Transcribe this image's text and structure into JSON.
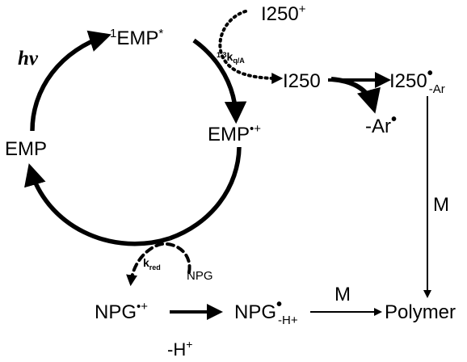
{
  "colors": {
    "ink": "#000000",
    "background": "#ffffff"
  },
  "cycle": {
    "light": "hv",
    "excited_state": {
      "sup": "1",
      "base": "EMP",
      "sup2": "*"
    },
    "ground_state": "EMP",
    "radical_cation": {
      "base": "EMP",
      "sup": "•+"
    }
  },
  "quenching": {
    "initiator_cation": {
      "base": "I250",
      "sup": "+"
    },
    "rate_constant": {
      "pre": "1,3",
      "base": "k",
      "sub": "q/A"
    }
  },
  "fragmentation": {
    "initiator": "I250",
    "radical": {
      "base": "I250",
      "sup": "•",
      "sub": "-Ar"
    },
    "aryl_radical": {
      "base": "-Ar",
      "sup": "•"
    },
    "monomer": "M"
  },
  "reduction": {
    "rate_constant": {
      "base": "k",
      "sub": "red"
    },
    "donor": "NPG",
    "donor_radical_cation": {
      "base": "NPG",
      "sup": "•+"
    },
    "deprotonated_radical": {
      "base": "NPG",
      "sup": "•",
      "sub": "-H+"
    },
    "deprotonation": {
      "base": "-H",
      "sup": "+"
    },
    "monomer": "M",
    "product": "Polymer"
  }
}
